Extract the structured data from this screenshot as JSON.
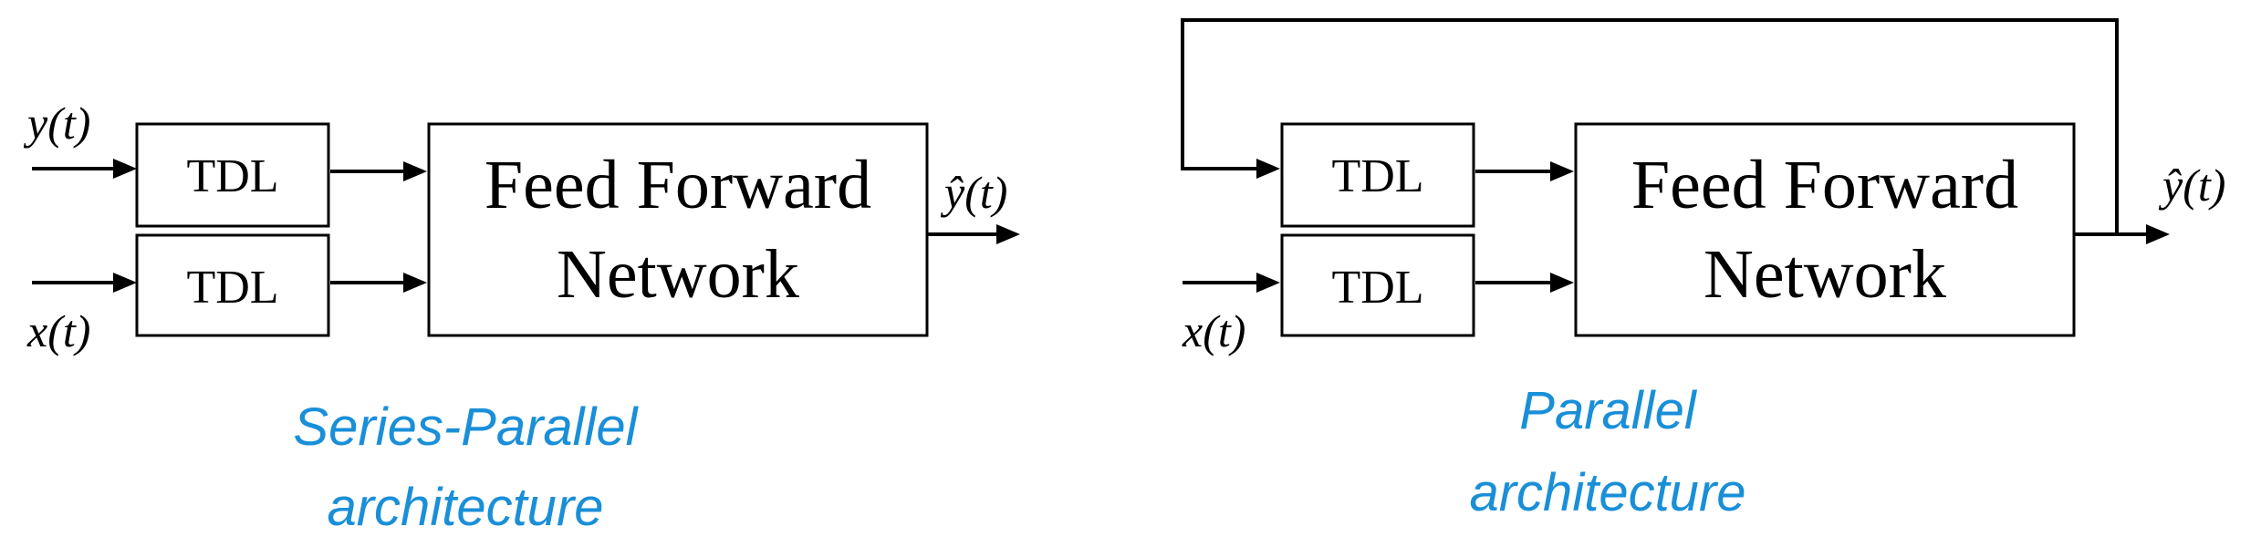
{
  "diagrams": [
    {
      "name": "series-parallel",
      "tdl_top": "TDL",
      "tdl_bottom": "TDL",
      "network_line1": "Feed Forward",
      "network_line2": "Network",
      "input_top": "y(t)",
      "input_bottom": "x(t)",
      "output": "ŷ(t)",
      "caption_line1": "Series-Parallel",
      "caption_line2": "architecture"
    },
    {
      "name": "parallel",
      "tdl_top": "TDL",
      "tdl_bottom": "TDL",
      "network_line1": "Feed Forward",
      "network_line2": "Network",
      "input_bottom": "x(t)",
      "output": "ŷ(t)",
      "caption_line1": "Parallel",
      "caption_line2": "architecture"
    }
  ]
}
